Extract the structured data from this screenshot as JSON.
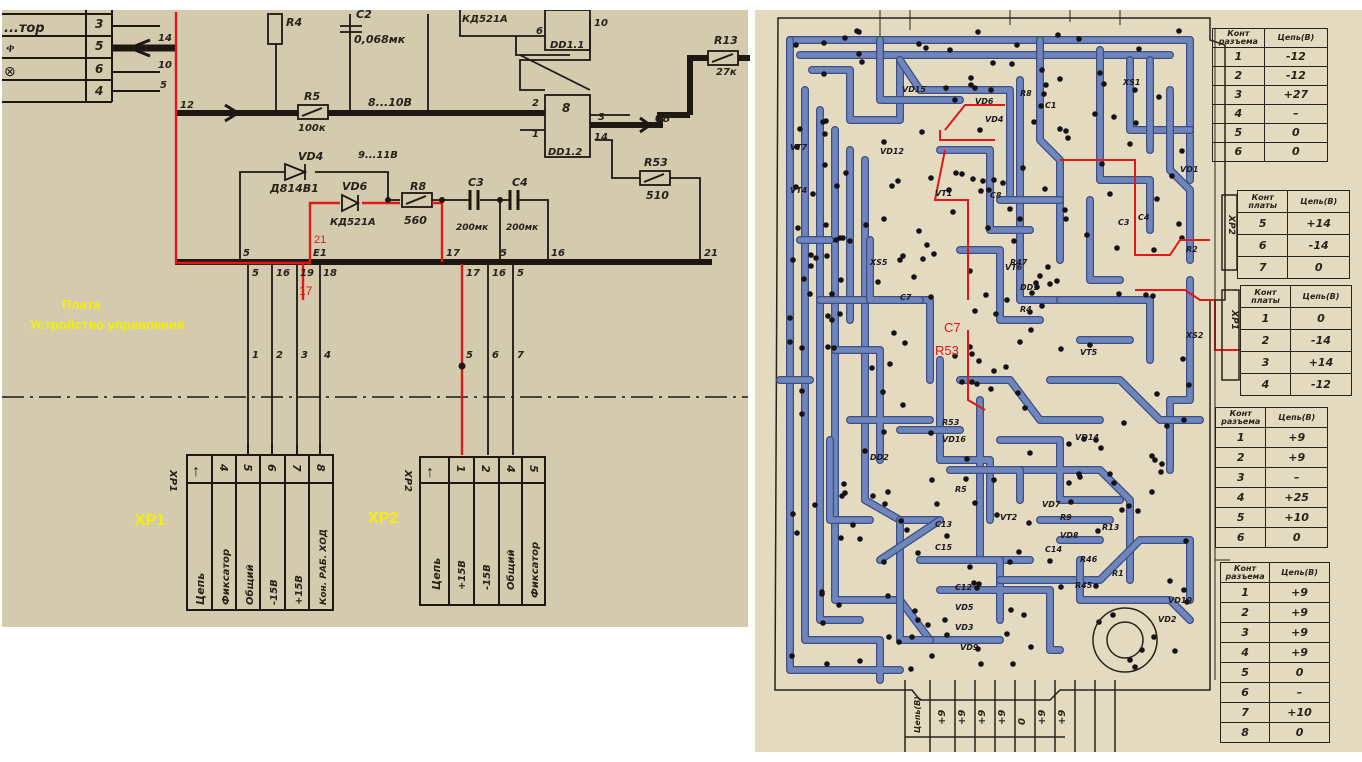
{
  "schematic": {
    "board_title": "Плата",
    "board_subtitle": "Устройство управления",
    "top_connector": {
      "label_partial": "...тор",
      "pins": [
        "3",
        "5",
        "6",
        "4"
      ],
      "wire_numbers": [
        "14",
        "10",
        "5"
      ]
    },
    "components": {
      "r4": "R4",
      "c2": "C2",
      "c2_value": "0,068мк",
      "kd521a_top": "КД521А",
      "dd11": "DD1.1",
      "dd12": "DD1.2",
      "dd12_type": "8",
      "voltage_810": "8...10В",
      "r5": "R5",
      "r5_value": "100к",
      "r13": "R13",
      "r13_value": "27к",
      "out_08": "08",
      "vd4": "VD4",
      "vd4_type": "Д814В1",
      "voltage_911": "9...11В",
      "vd6": "VD6",
      "vd6_type": "КД521А",
      "r8": "R8",
      "r8_value": "560",
      "c3": "C3",
      "c3_value": "200мк",
      "c4": "C4",
      "c4_value": "200мк",
      "r53": "R53",
      "r53_value": "510"
    },
    "pin_labels": {
      "p12": "12",
      "p2": "2",
      "p1": "1",
      "p3": "3",
      "p14": "14",
      "p10": "10",
      "p6": "6",
      "bus_top": [
        "5",
        "E1",
        "17",
        "5",
        "16",
        "21"
      ],
      "bus_bottom": [
        "5",
        "16",
        "19",
        "18",
        "17",
        "16",
        "5"
      ],
      "xp1_wires": [
        "1",
        "2",
        "3",
        "4"
      ],
      "xp2_wires": [
        "5",
        "6",
        "7"
      ]
    },
    "red_marks": {
      "pin21": "21",
      "pin17": "17"
    },
    "xp1": {
      "label": "XP1",
      "tag": "XP1",
      "arrow": "↑",
      "pins": [
        "4",
        "5",
        "6",
        "7",
        "8"
      ],
      "header": "Цепь",
      "signals": [
        "Фиксатор",
        "Общий",
        "-15В",
        "+15В",
        "Кон. РАБ. ХОД"
      ]
    },
    "xp2": {
      "label": "XP2",
      "tag": "XP2",
      "arrow": "↑",
      "pins": [
        "1",
        "2",
        "4",
        "5"
      ],
      "header": "Цепь",
      "signals": [
        "+15В",
        "-15В",
        "Общий",
        "Фиксатор"
      ]
    }
  },
  "pcb": {
    "labels": [
      "VD15",
      "VD6",
      "R8",
      "C1",
      "VD4",
      "VD1",
      "C4",
      "C8",
      "VT1",
      "VT4",
      "VT7",
      "VD12",
      "VT6",
      "C7",
      "R53",
      "VD16",
      "VD14",
      "VD7",
      "VD8",
      "C13",
      "C15",
      "C14",
      "C12",
      "VD5",
      "VD3",
      "VD9",
      "VD10",
      "VD2",
      "XS5",
      "DD2",
      "DD1",
      "R4",
      "R5",
      "R9",
      "R1",
      "R2",
      "XS2",
      "XS1",
      "R13",
      "R46",
      "R45",
      "R47",
      "VT5",
      "VT2",
      "C3"
    ],
    "highlight_labels": {
      "c7": "C7",
      "r53": "R53"
    },
    "tables": [
      {
        "tag": "",
        "h1": "Конт разъема",
        "h2": "Цепь(В)",
        "rows": [
          [
            "1",
            "-12"
          ],
          [
            "2",
            "-12"
          ],
          [
            "3",
            "+27"
          ],
          [
            "4",
            "–"
          ],
          [
            "5",
            "0"
          ],
          [
            "6",
            "0"
          ]
        ]
      },
      {
        "tag": "XP2",
        "h1": "Конт платы",
        "h2": "Цепь(В)",
        "rows": [
          [
            "5",
            "+14"
          ],
          [
            "6",
            "-14"
          ],
          [
            "7",
            "0"
          ]
        ]
      },
      {
        "tag": "XP1",
        "h1": "Конт платы",
        "h2": "Цепь(В)",
        "rows": [
          [
            "1",
            "0"
          ],
          [
            "2",
            "-14"
          ],
          [
            "3",
            "+14"
          ],
          [
            "4",
            "-12"
          ]
        ]
      },
      {
        "tag": "",
        "h1": "Конт разъема",
        "h2": "Цепь(В)",
        "rows": [
          [
            "1",
            "+9"
          ],
          [
            "2",
            "+9"
          ],
          [
            "3",
            "–"
          ],
          [
            "4",
            "+25"
          ],
          [
            "5",
            "+10"
          ],
          [
            "6",
            "0"
          ]
        ]
      },
      {
        "tag": "",
        "h1": "Конт разъема",
        "h2": "Цепь(В)",
        "rows": [
          [
            "1",
            "+9"
          ],
          [
            "2",
            "+9"
          ],
          [
            "3",
            "+9"
          ],
          [
            "4",
            "+9"
          ],
          [
            "5",
            "0"
          ],
          [
            "6",
            "–"
          ],
          [
            "7",
            "+10"
          ],
          [
            "8",
            "0"
          ]
        ]
      }
    ],
    "bottom_table": {
      "header": "Цепь(В)",
      "values": [
        "+9",
        "+9",
        "+9",
        "+9",
        "0",
        "+9",
        "+9"
      ]
    }
  },
  "colors": {
    "paper_left": "#d6ccb0",
    "paper_right": "#e6dcc2",
    "trace": "#6f86bd",
    "red": "#e01818",
    "yellow": "#f4f000"
  }
}
